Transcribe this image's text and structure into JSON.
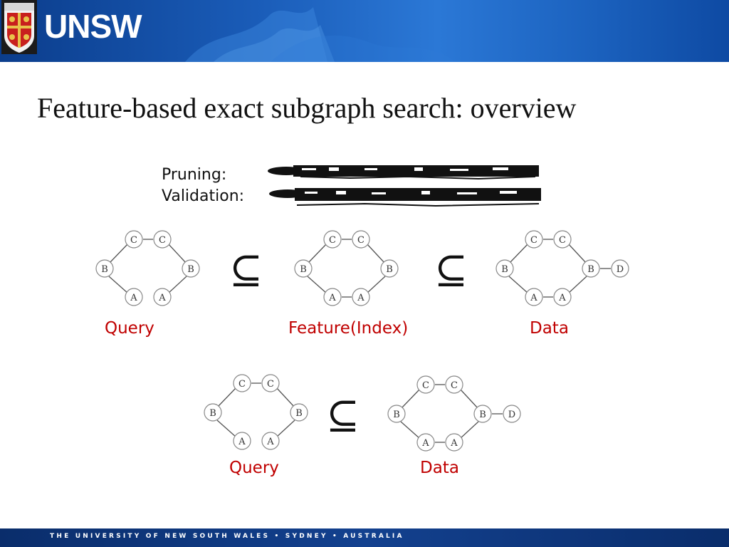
{
  "header": {
    "logo_text": "UNSW",
    "brand_color": "#1a5cb8"
  },
  "slide": {
    "title": "Feature-based exact subgraph search: overview",
    "pruning_label": "Pruning:",
    "validation_label": "Validation:"
  },
  "row1": {
    "query_caption": "Query",
    "feature_caption": "Feature(Index)",
    "data_caption": "Data",
    "relation_symbol": "⊆"
  },
  "row2": {
    "query_caption": "Query",
    "data_caption": "Data",
    "relation_symbol": "⊆"
  },
  "graphs": {
    "query_nodes": [
      "C",
      "C",
      "B",
      "B",
      "A",
      "A"
    ],
    "data_nodes": [
      "C",
      "C",
      "B",
      "B",
      "D",
      "A",
      "A"
    ]
  },
  "footer": {
    "text": "THE UNIVERSITY OF NEW SOUTH WALES • SYDNEY • AUSTRALIA"
  },
  "colors": {
    "caption": "#c00000",
    "footer_bg": "#13418f"
  }
}
